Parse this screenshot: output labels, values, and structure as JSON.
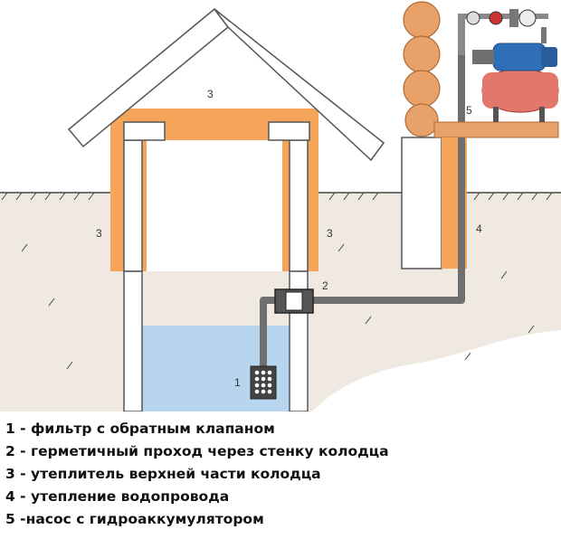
{
  "diagram": {
    "callouts": {
      "roof_insulation": "3",
      "wall_insulation_left": "3",
      "wall_insulation_right": "3",
      "wall_passage": "2",
      "filter": "1",
      "pipe_insulation": "4",
      "pump": "5"
    },
    "colors": {
      "insulation": "#f5a55a",
      "water": "#b7d5ee",
      "pipe": "#6f6f6f",
      "log": "#e8a168",
      "ground": "#efe9e1",
      "tank": "#e3776c",
      "pump_motor": "#2f6fb8"
    }
  },
  "legend": {
    "items": [
      "1 - фильтр с обратным клапаном",
      "2 - герметичный проход через стенку колодца",
      "3 - утеплитель верхней части колодца",
      "4 - утепление водопровода",
      "5 -насос с гидроаккумулятором"
    ]
  }
}
